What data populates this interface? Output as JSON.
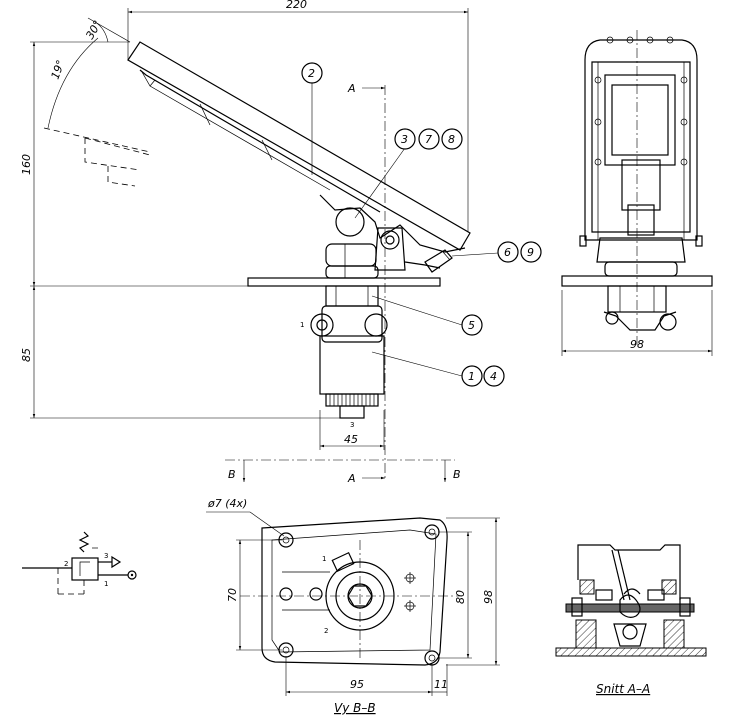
{
  "dimensions": {
    "width_220": "220",
    "height_160": "160",
    "angle_30": "30°",
    "angle_19": "19°",
    "height_85": "85",
    "width_45": "45",
    "width_98_side": "98",
    "width_95": "95",
    "offset_11": "11",
    "height_70": "70",
    "height_80": "80",
    "height_98": "98",
    "hole_dia": "ø7 (4x)"
  },
  "part_balloons": [
    "2",
    "3",
    "7",
    "8",
    "6",
    "9",
    "5",
    "1",
    "4"
  ],
  "section_labels": {
    "a_top": "A",
    "a_bottom": "A",
    "b_left": "B",
    "b_right": "B"
  },
  "port_labels": {
    "port_1": "1",
    "port_3": "3",
    "port_1_plate": "1",
    "port_2_plate": "2"
  },
  "symbol_labels": {
    "sym_2": "2",
    "sym_3": "3",
    "sym_1": "1"
  },
  "view_titles": {
    "view_bb": "Vy  B–B",
    "section_aa": "Snitt  A–A"
  }
}
